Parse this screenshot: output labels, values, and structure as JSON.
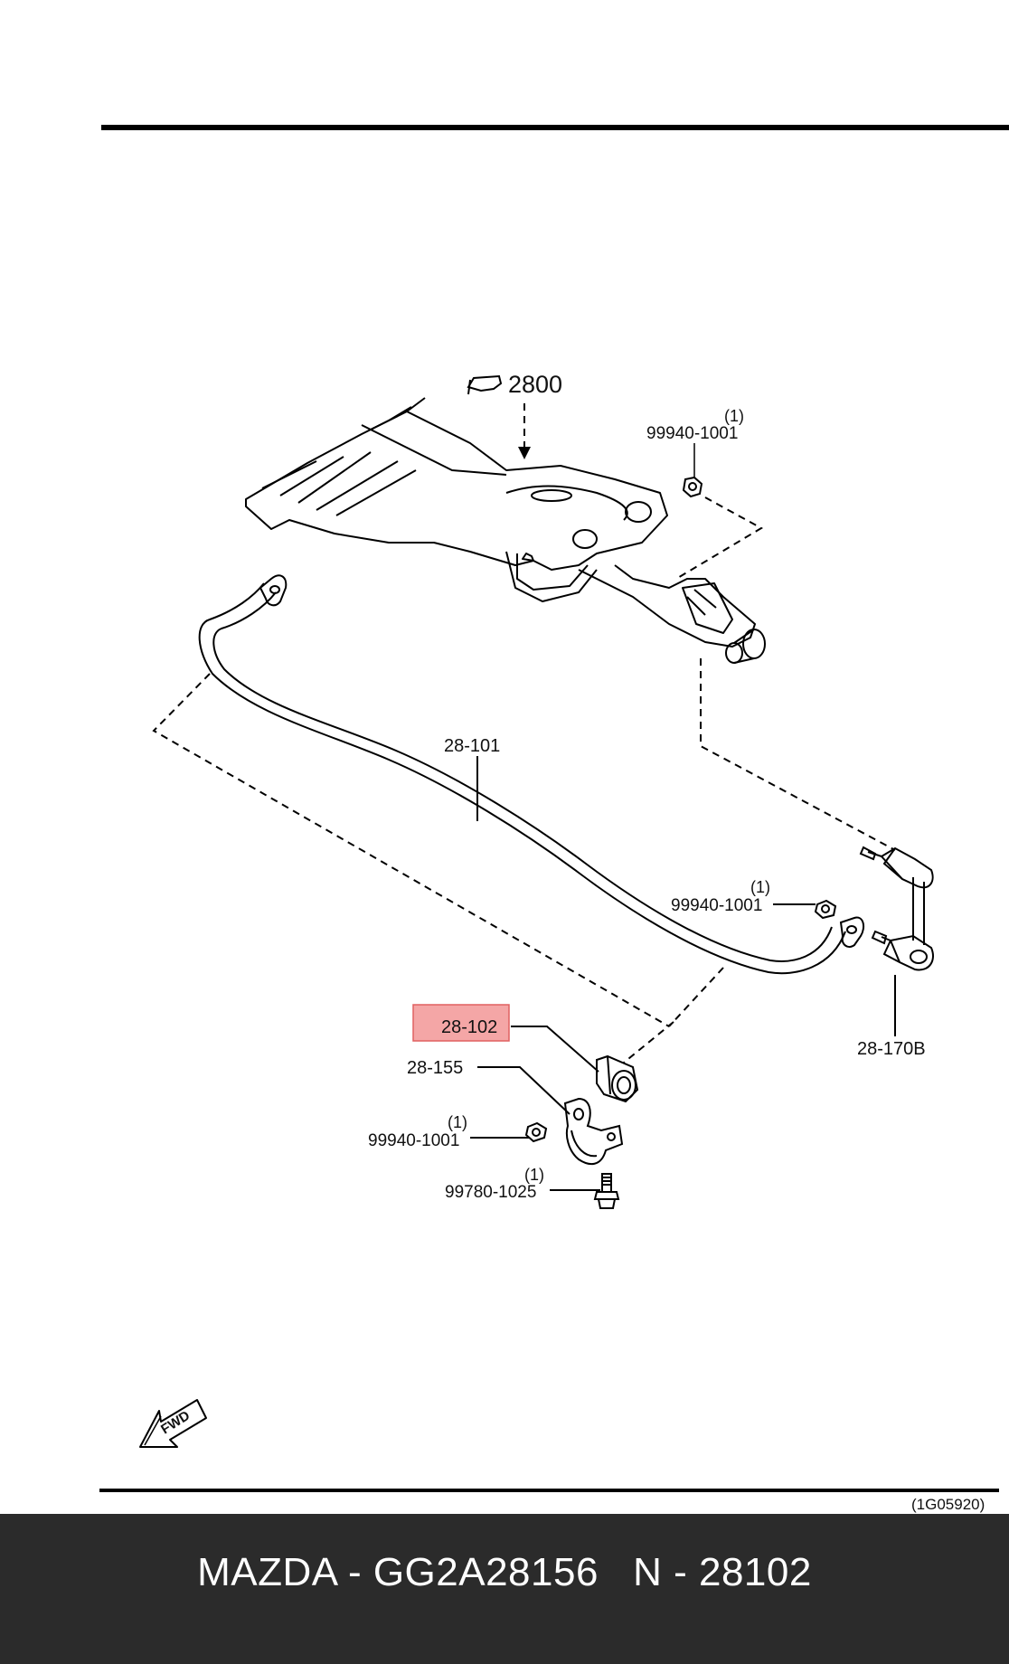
{
  "diagram": {
    "section_ref": "2800",
    "drawing_code": "(1G05920)",
    "fwd_label": "FWD",
    "highlight_color": "#f4a6a6",
    "callouts": [
      {
        "id": "nut-top",
        "part": "99940-1001",
        "qty": "(1)"
      },
      {
        "id": "stabilizer-bar",
        "part": "28-101",
        "qty": ""
      },
      {
        "id": "nut-mid",
        "part": "99940-1001",
        "qty": "(1)"
      },
      {
        "id": "bushing",
        "part": "28-102",
        "qty": "",
        "highlighted": true
      },
      {
        "id": "bracket",
        "part": "28-155",
        "qty": ""
      },
      {
        "id": "nut-bottom",
        "part": "99940-1001",
        "qty": "(1)"
      },
      {
        "id": "bolt",
        "part": "99780-1025",
        "qty": "(1)"
      },
      {
        "id": "link",
        "part": "28-170B",
        "qty": ""
      }
    ]
  },
  "caption": {
    "text": "MAZDA - GG2A28156   N - 28102"
  }
}
